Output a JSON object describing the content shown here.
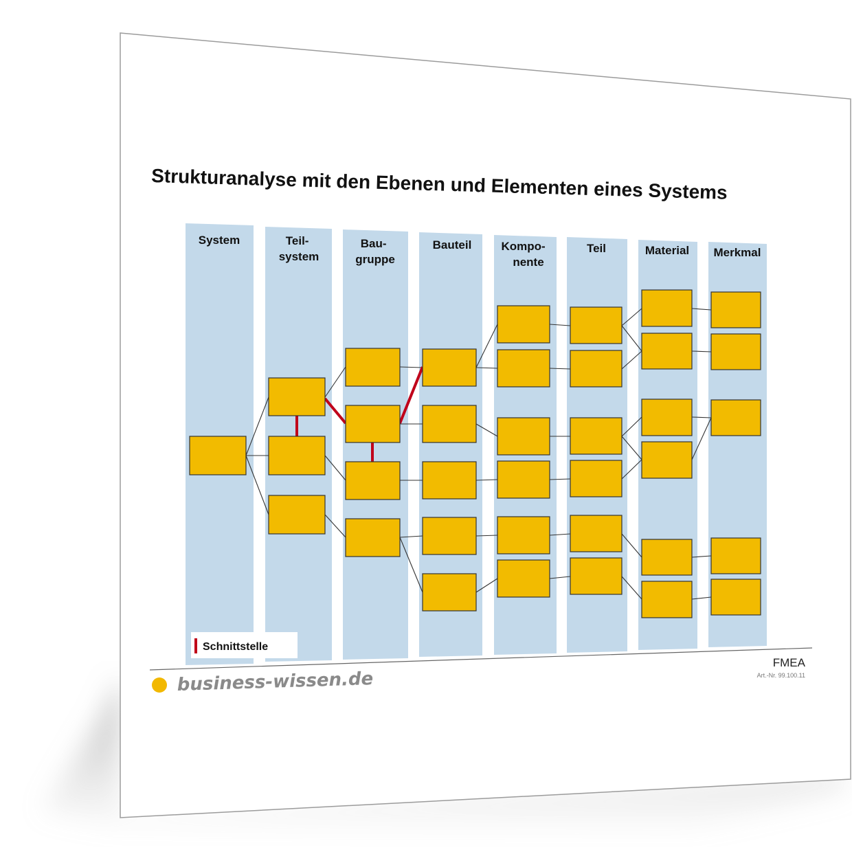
{
  "title": "Strukturanalyse mit den Ebenen und Elementen eines Systems",
  "columns": [
    {
      "id": "system",
      "label_lines": [
        "System"
      ]
    },
    {
      "id": "teilsystem",
      "label_lines": [
        "Teil-",
        "system"
      ]
    },
    {
      "id": "baugruppe",
      "label_lines": [
        "Bau-",
        "gruppe"
      ]
    },
    {
      "id": "bauteil",
      "label_lines": [
        "Bauteil"
      ]
    },
    {
      "id": "komponente",
      "label_lines": [
        "Kompo-",
        "nente"
      ]
    },
    {
      "id": "teil",
      "label_lines": [
        "Teil"
      ]
    },
    {
      "id": "material",
      "label_lines": [
        "Material"
      ]
    },
    {
      "id": "merkmal",
      "label_lines": [
        "Merkmal"
      ]
    }
  ],
  "legend": {
    "label": "Schnittstelle",
    "color": "#c0001a"
  },
  "footer": {
    "brand": "business-wissen.de",
    "topic": "FMEA",
    "article_number": "Art.-Nr. 99.100.11"
  },
  "colors": {
    "column_fill": "#c3d9ea",
    "box_fill": "#f2bb00",
    "box_stroke": "#333333",
    "connector": "#333333",
    "interface": "#c0001a",
    "brand_dot": "#f2b800"
  }
}
